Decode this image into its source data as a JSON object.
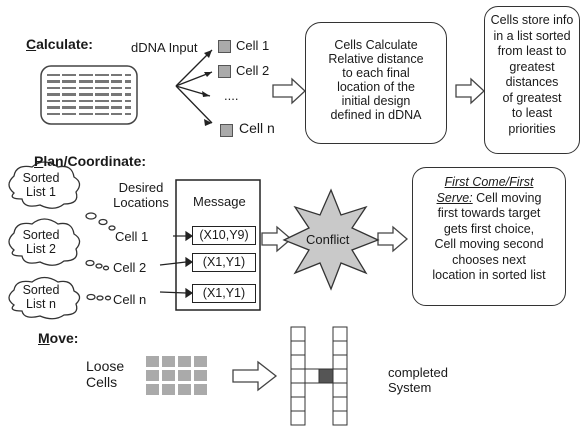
{
  "sections": {
    "calculate": {
      "first": "C",
      "rest": "alculate:"
    },
    "plan": {
      "first": "P",
      "rest": "lan/Coordinate:"
    },
    "move": {
      "first": "M",
      "rest": "ove:"
    }
  },
  "calculate": {
    "ddna_label": "dDNA Input",
    "cells": [
      "Cell 1",
      "Cell 2",
      "....",
      "Cell n"
    ],
    "box1_lines": [
      "Cells Calculate",
      "Relative distance",
      "to each final",
      "location of the",
      "initial design",
      "defined in dDNA"
    ],
    "box2_lines": [
      "Cells store info",
      "in a list sorted",
      "from least to",
      "greatest",
      "distances",
      "of greatest",
      "to least",
      "priorities"
    ]
  },
  "plan": {
    "clouds": [
      {
        "line1": "Sorted",
        "line2": "List 1"
      },
      {
        "line1": "Sorted",
        "line2": "List 2"
      },
      {
        "line1": "Sorted",
        "line2": "List n"
      }
    ],
    "desired_locations": [
      "Desired",
      "Locations"
    ],
    "message_title": "Message",
    "cells": [
      "Cell 1",
      "Cell 2",
      "Cell n"
    ],
    "messages": [
      "(X10,Y9)",
      "(X1,Y1)",
      "(X1,Y1)"
    ],
    "conflict": "Conflict",
    "rule_title_line1": "First Come/First",
    "rule_title_line2": "Serve:",
    "rule_line2_rest": " Cell moving",
    "rule_lines": [
      "first towards target",
      "gets first choice,",
      "Cell moving second",
      "chooses next",
      "location in sorted list"
    ]
  },
  "move": {
    "loose_lines": [
      "Loose",
      "Cells"
    ],
    "completed_lines": [
      "completed",
      "System"
    ]
  },
  "colors": {
    "ink": "#1a1a1a",
    "cell_fill": "#aaaaaa",
    "highlight": "#555555"
  }
}
